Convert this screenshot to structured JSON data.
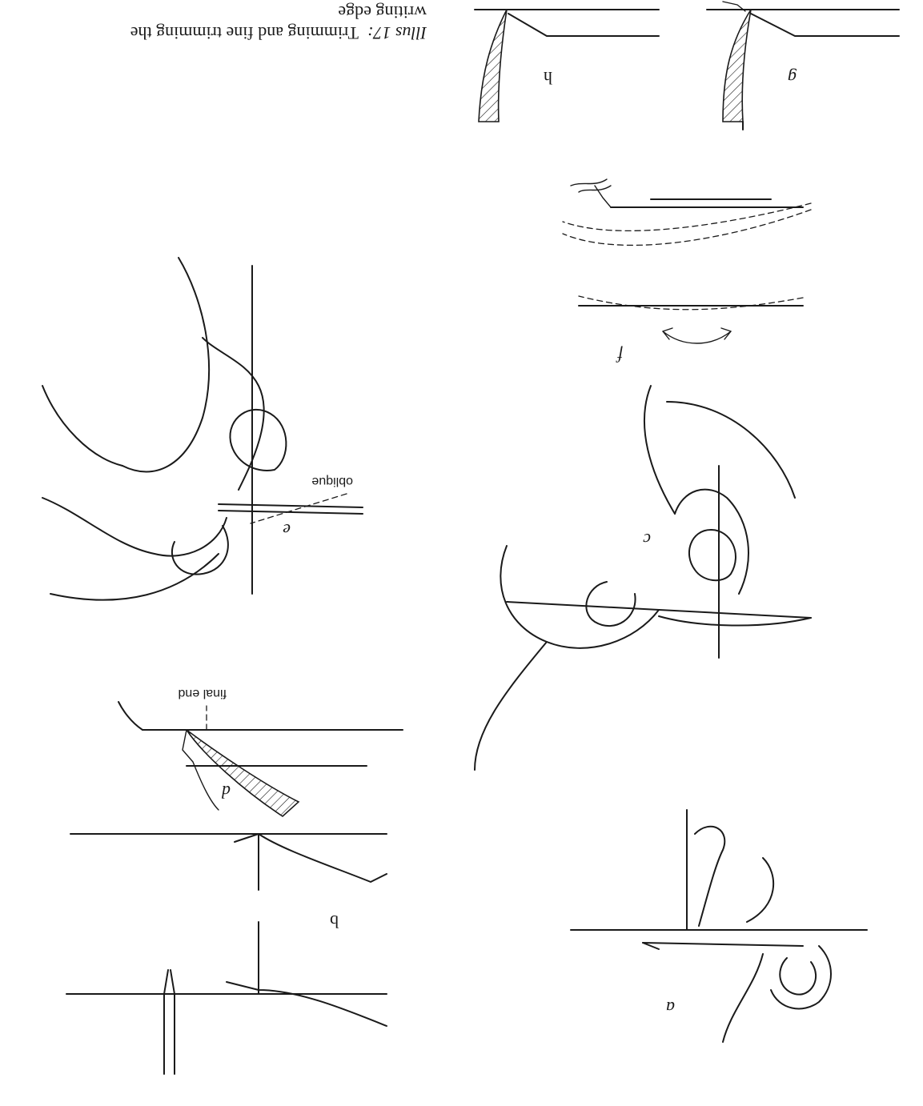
{
  "caption": {
    "prefix": "Illus 17:",
    "line1": "Trimming and fine trimming the",
    "line2": "writing edge"
  },
  "panels": {
    "a": {
      "label": "a"
    },
    "b": {
      "label": "b"
    },
    "c": {
      "label": "c"
    },
    "d": {
      "label": "d",
      "annotation": "final end"
    },
    "e": {
      "label": "e",
      "annotation": "oblique"
    },
    "f": {
      "label": "f"
    },
    "g": {
      "label": "g"
    },
    "h": {
      "label": "h"
    }
  }
}
